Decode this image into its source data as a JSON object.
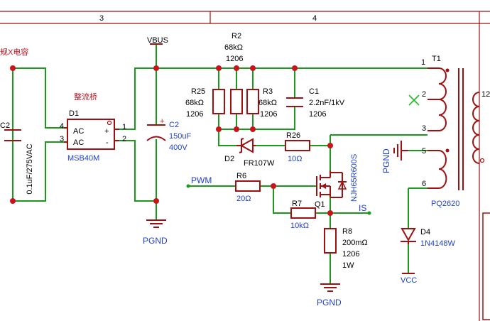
{
  "frame": {
    "zones": [
      "3",
      "4"
    ]
  },
  "notes": {
    "x_cap_section": "规X电容",
    "rectifier_section": "整流桥"
  },
  "nets": {
    "vbus": "VBUS",
    "pgnd": "PGND",
    "pwm": "PWM",
    "is": "IS",
    "vcc": "VCC"
  },
  "components": {
    "c_x": {
      "ref": "C2",
      "value": "0.1uF/275VAC"
    },
    "d1": {
      "ref": "D1",
      "part": "MSB40M",
      "ac1": "AC",
      "ac2": "AC",
      "plus": "+",
      "minus": "-",
      "pins": [
        "1",
        "2",
        "3",
        "4"
      ]
    },
    "c2": {
      "ref": "C2",
      "plus": "+",
      "value": "150uF",
      "voltage": "400V"
    },
    "r2": {
      "ref": "R2",
      "value": "68kΩ",
      "package": "1206"
    },
    "r25": {
      "ref": "R25",
      "value": "68kΩ",
      "package": "1206"
    },
    "r3": {
      "ref": "R3",
      "value": "68kΩ",
      "package": "1206"
    },
    "c1": {
      "ref": "C1",
      "value": "2.2nF/1kV",
      "package": "1206"
    },
    "d2": {
      "ref": "D2",
      "part": "FR107W"
    },
    "r26": {
      "ref": "R26",
      "value": "10Ω"
    },
    "r6": {
      "ref": "R6",
      "value": "20Ω"
    },
    "r7": {
      "ref": "R7",
      "value": "10kΩ"
    },
    "q1": {
      "ref": "Q1",
      "part": "NJH65R600S"
    },
    "r8": {
      "ref": "R8",
      "value": "200mΩ",
      "package": "1206",
      "power": "1W"
    },
    "t1": {
      "ref": "T1",
      "part": "PQ2620",
      "pins": [
        "1",
        "2",
        "3",
        "5",
        "6",
        "12"
      ]
    },
    "d4": {
      "ref": "D4",
      "part": "1N4148W"
    }
  },
  "colors": {
    "wire": "#1a9a1a",
    "body": "#a01010",
    "junction": "#c8141e",
    "label_blue": "#1f3fd0",
    "label_red": "#c0141e",
    "noconnect": "#22bb22"
  }
}
